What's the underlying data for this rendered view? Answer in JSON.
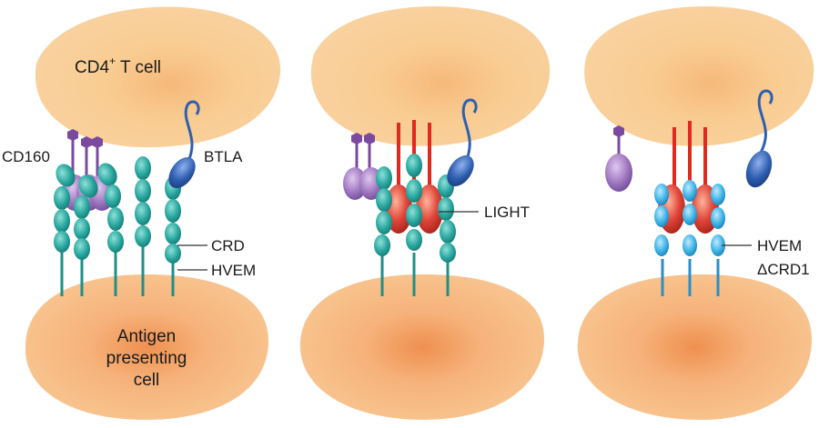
{
  "labels": {
    "t_cell": "CD4",
    "t_cell_sup": "+",
    "t_cell_rest": " T cell",
    "apc_line1": "Antigen",
    "apc_line2": "presenting",
    "apc_line3": "cell",
    "cd160": "CD160",
    "btla": "BTLA",
    "crd": "CRD",
    "hvem": "HVEM",
    "light": "LIGHT",
    "hvem_mut_line1": "HVEM",
    "hvem_mut_line2": "ΔCRD1"
  },
  "colors": {
    "cell_fill": "#f8c98a",
    "cell_center": "#f3a35e",
    "hvem_teal": "#2aa8a0",
    "hvem_mutant": "#3fb4e6",
    "cd160_purple": "#a078c0",
    "cd160_dark": "#7a4a9e",
    "btla_blue": "#2f5fb0",
    "light_red": "#e0463a",
    "light_stalk": "#e02a20"
  }
}
